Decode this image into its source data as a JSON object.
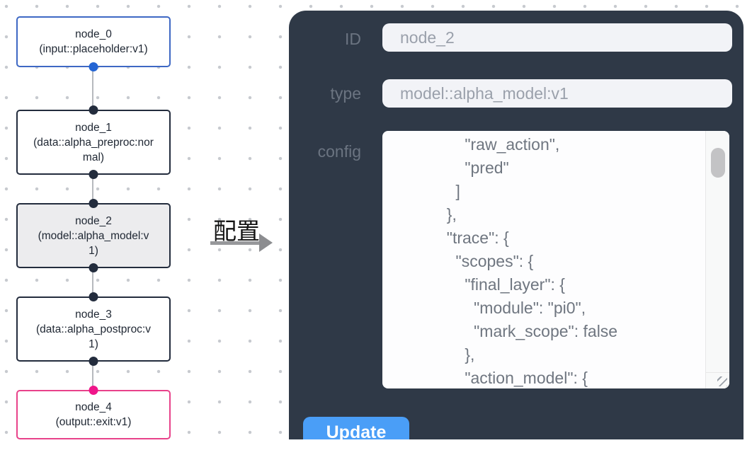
{
  "canvas": {
    "nodes": [
      {
        "title": "node_0",
        "subtitle": "(input::placeholder:v1)"
      },
      {
        "title": "node_1",
        "subtitle": "(data::alpha_preproc:normal)"
      },
      {
        "title": "node_2",
        "subtitle": "(model::alpha_model:v1)"
      },
      {
        "title": "node_3",
        "subtitle": "(data::alpha_postproc:v1)"
      },
      {
        "title": "node_4",
        "subtitle": "(output::exit:v1)"
      }
    ]
  },
  "transition": {
    "label": "配置"
  },
  "config_panel": {
    "id_field": {
      "label": "ID",
      "value": "node_2"
    },
    "type_field": {
      "label": "type",
      "value": "model::alpha_model:v1"
    },
    "config_field": {
      "label": "config",
      "value": "      \"raw_action\",\n      \"pred\"\n    ]\n  },\n  \"trace\": {\n    \"scopes\": {\n      \"final_layer\": {\n        \"module\": \"pi0\",\n        \"mark_scope\": false\n      },\n      \"action_model\": {"
    },
    "update_button": {
      "label": "Update"
    }
  },
  "colors": {
    "input_node_border": "#3e68c4",
    "input_node_handle": "#2465d4",
    "default_node_border": "#232c3d",
    "selected_node_bg": "#ececee",
    "output_node_border": "#e8428a",
    "output_node_handle": "#ef168a",
    "panel_bg": "#2f3947",
    "field_bg": "#f2f3f7",
    "button_bg": "#4a9ef7"
  }
}
